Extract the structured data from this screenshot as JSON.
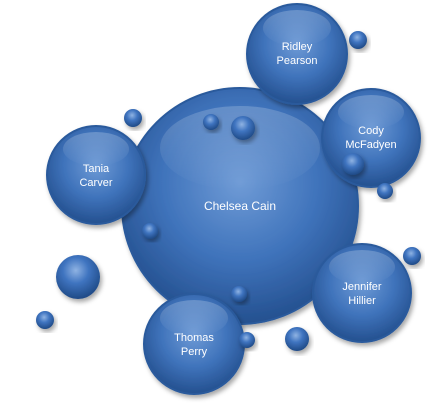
{
  "diagram": {
    "center": {
      "label": "Chelsea Cain"
    },
    "satellites": [
      {
        "id": "ridley-pearson",
        "lines": [
          "Ridley",
          "Pearson"
        ]
      },
      {
        "id": "cody-mcfadyen",
        "lines": [
          "Cody",
          "McFadyen"
        ]
      },
      {
        "id": "jennifer-hillier",
        "lines": [
          "Jennifer",
          "Hillier"
        ]
      },
      {
        "id": "thomas-perry",
        "lines": [
          "Thomas",
          "Perry"
        ]
      },
      {
        "id": "tania-carver",
        "lines": [
          "Tania",
          "Carver"
        ]
      }
    ]
  },
  "colors": {
    "bubble_light": "#6f9bd6",
    "bubble_mid": "#3f73bb",
    "bubble_dark": "#24508f",
    "rim": "#2a5a9c",
    "text": "#ffffff"
  }
}
